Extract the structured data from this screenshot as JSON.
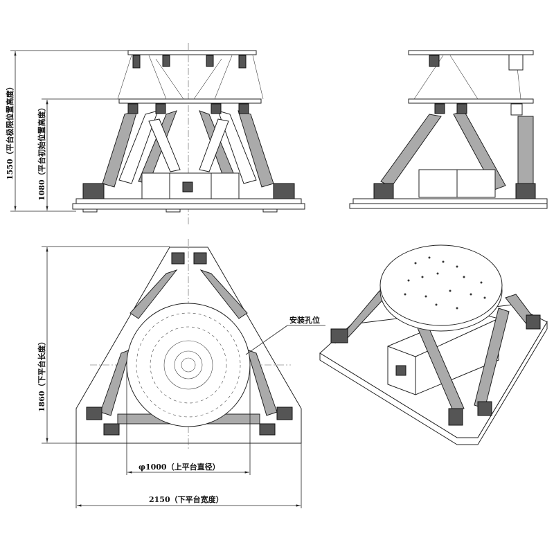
{
  "title": "Six-DOF motion platform dimension drawing",
  "dimensions": {
    "max_height": "1550（平台极限位置高度）",
    "initial_height": "1080（平台初始位置高度）",
    "lower_platform_length": "1860（下平台长度）",
    "upper_platform_diameter": "φ1000（上平台直径）",
    "lower_platform_width": "2150（下平台宽度）"
  },
  "annotations": {
    "mounting_holes": "安装孔位"
  }
}
